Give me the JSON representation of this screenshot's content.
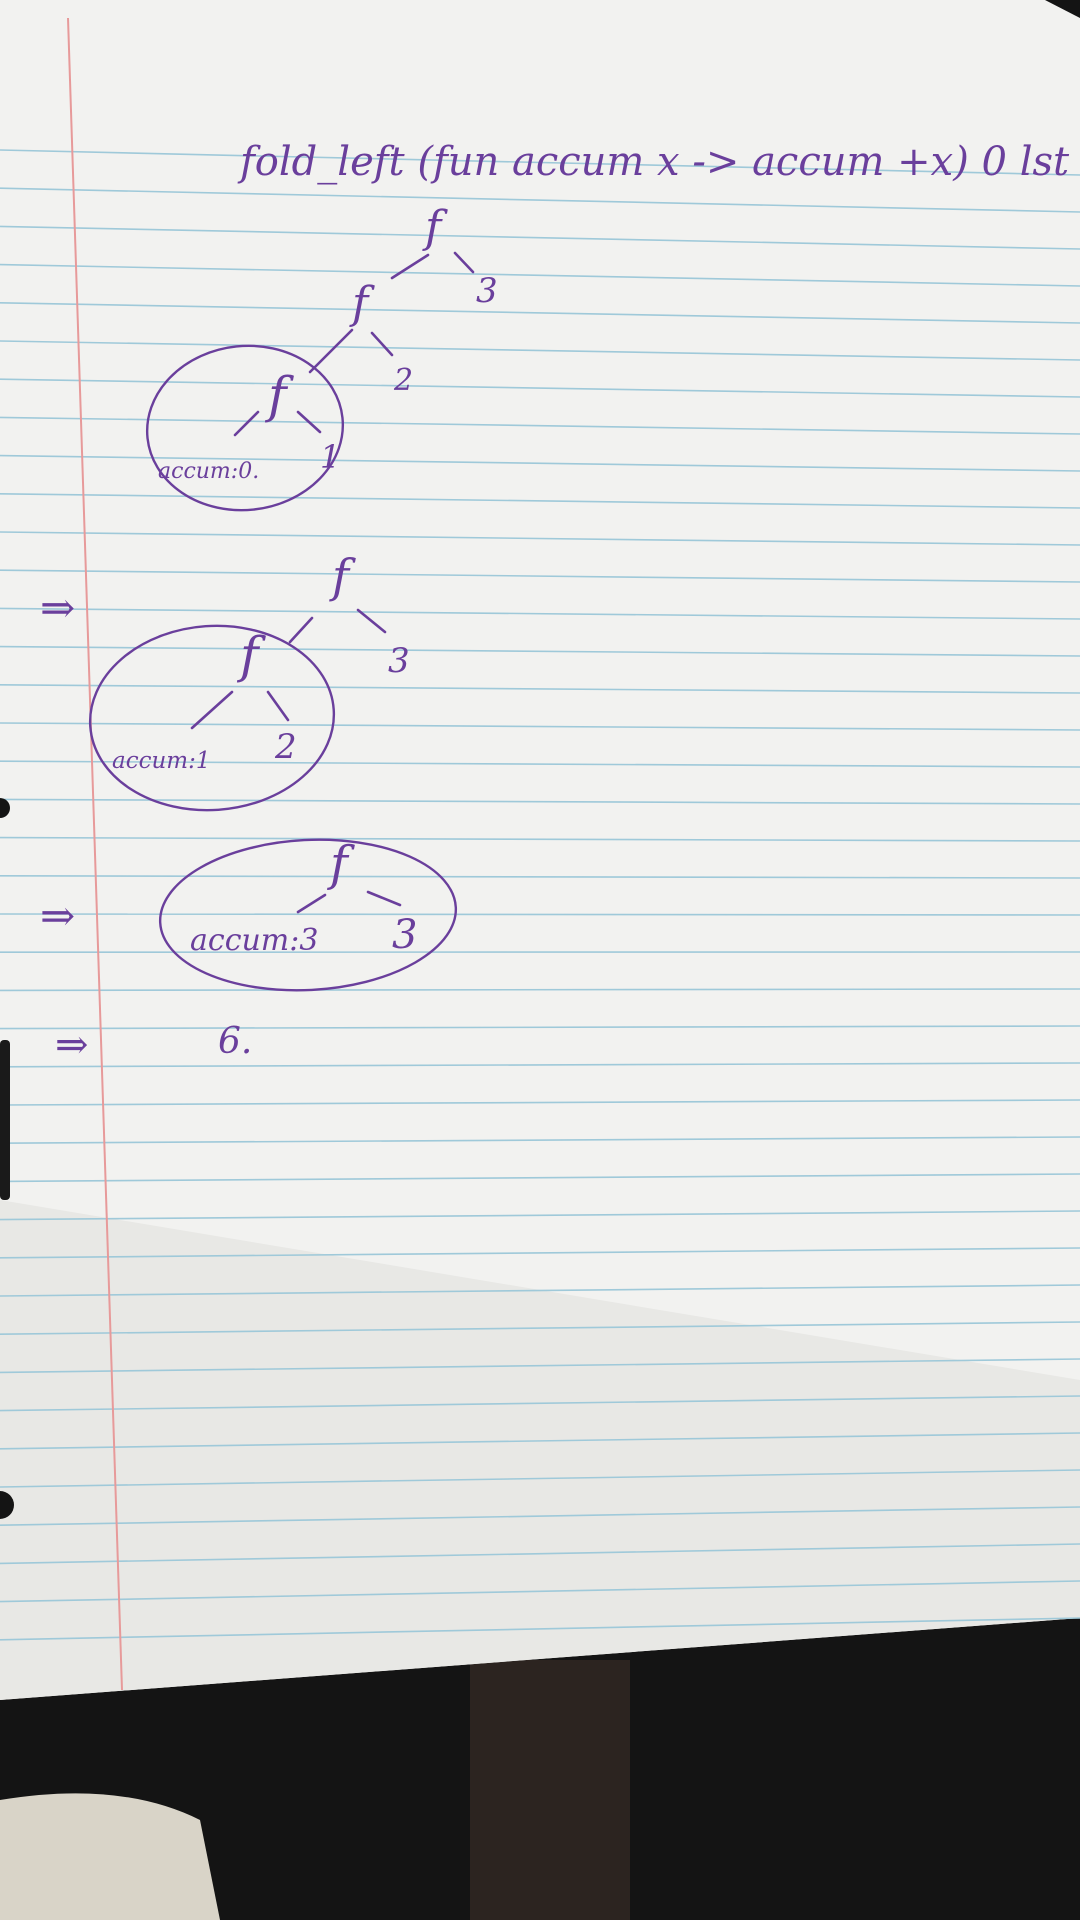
{
  "heading": "fold_left (fun accum x -> accum +x) 0 lst",
  "colors": {
    "paper": "#f2f2f0",
    "ruled_line": "#9fc9d9",
    "margin_line": "#e79a9a",
    "ink": "#6a3f9c",
    "background": "#141414"
  },
  "step1": {
    "node_top": "f",
    "leaf_top": "3",
    "node_mid": "f",
    "leaf_mid": "2",
    "node_inner": "f",
    "accum_label": "accum:0.",
    "leaf_inner": "1"
  },
  "step2": {
    "arrow": "⇒",
    "node_top": "f",
    "leaf_top": "3",
    "node_inner": "f",
    "accum_label": "accum:1",
    "leaf_inner": "2"
  },
  "step3": {
    "arrow": "⇒",
    "node_inner": "f",
    "accum_label": "accum:3",
    "leaf_inner": "3"
  },
  "result": {
    "arrow": "⇒",
    "value": "6."
  }
}
